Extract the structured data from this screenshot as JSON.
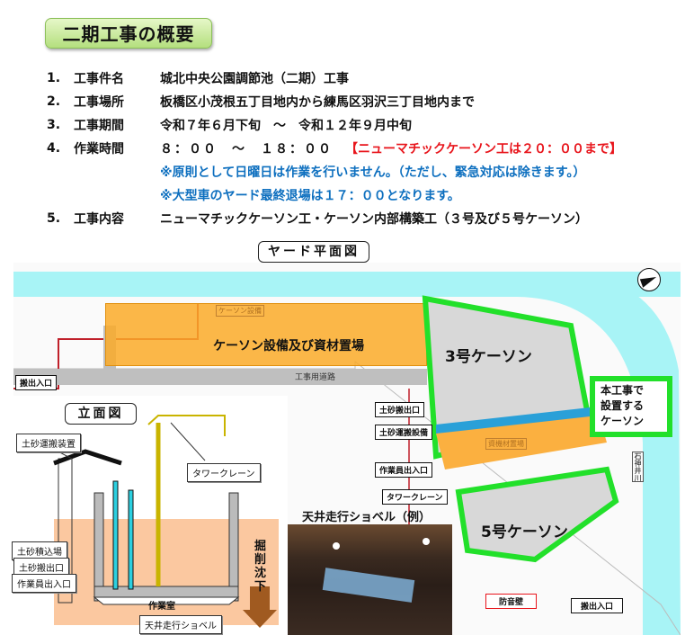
{
  "title": "二期工事の概要",
  "items": [
    {
      "num": "1.",
      "label": "工事件名",
      "value": "城北中央公園調節池（二期）工事"
    },
    {
      "num": "2.",
      "label": "工事場所",
      "value": "板橋区小茂根五丁目地内から練馬区羽沢三丁目地内まで"
    },
    {
      "num": "3.",
      "label": "工事期間",
      "value": "令和７年６月下旬　～　令和１２年９月中旬"
    },
    {
      "num": "4.",
      "label": "作業時間",
      "value": "８：００　～　１８：００",
      "note_red": "【ニューマチックケーソン工は２０：００まで】"
    },
    {
      "num": "",
      "label": "",
      "value_blue": "※原則として日曜日は作業を行いません。（ただし、緊急対応は除きます。）"
    },
    {
      "num": "",
      "label": "",
      "value_blue": "※大型車のヤード最終退場は１７：００となります。"
    },
    {
      "num": "5.",
      "label": "工事内容",
      "value": "ニューマチックケーソン工・ケーソン内部構築工（３号及び５号ケーソン）"
    }
  ],
  "plan": {
    "heading": "ヤード平面図",
    "yard_label": "ケーソン設備及び資材置場",
    "facility_small": "ケーソン設備",
    "road": "工事用道路",
    "caisson3": "3号ケーソン",
    "caisson5": "5号ケーソン",
    "note": [
      "本工事で",
      "設置する",
      "ケーソン"
    ],
    "material_yard": "資機材置場",
    "river": "石神井川",
    "compass": "N",
    "tags": {
      "entrance_left": "搬出入口",
      "soil_exit": "土砂搬出口",
      "soil_transport": "土砂運搬設備",
      "worker_entry": "作業員出入口",
      "tower_crane": "タワークレーン",
      "soundproof": "防音壁",
      "entrance_bottom": "搬出入口"
    },
    "colors": {
      "river": "#a8f4f6",
      "yard": "#faaa28",
      "caisson_outline": "#22e02a",
      "gray": "#bfbfbf"
    }
  },
  "elevation": {
    "heading": "立面図",
    "labels": {
      "soil_transport_device": "土砂運搬装置",
      "tower_crane": "タワークレーン",
      "soil_loading": "土砂積込場",
      "soil_exit": "土砂搬出口",
      "worker_entry": "作業員出入口",
      "work_chamber": "作業室",
      "ceiling_shovel": "天井走行ショベル",
      "excavation": [
        "掘",
        "削",
        "沈",
        "下"
      ]
    }
  },
  "photo": {
    "caption": "天井走行ショベル（例）"
  }
}
